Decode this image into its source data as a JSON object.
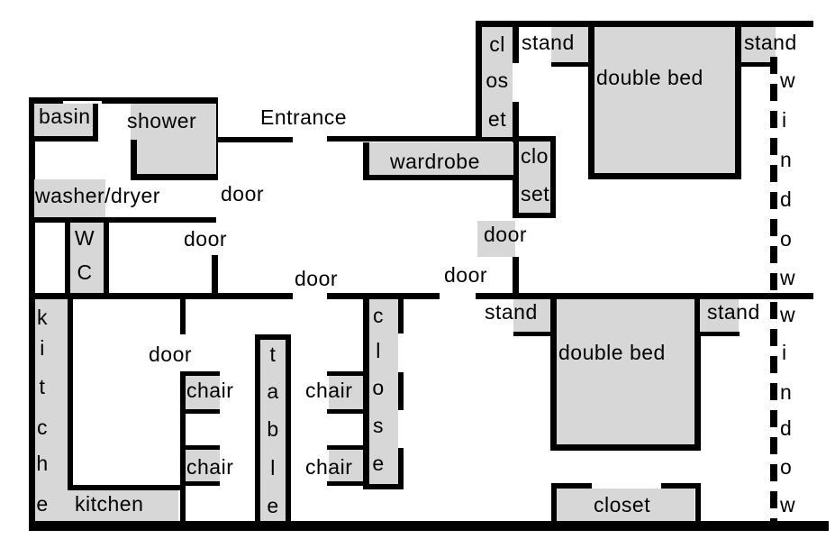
{
  "title": "apartment floor plan",
  "colors": {
    "wall": "#000000",
    "furniture_fill": "#d7d7d7",
    "background": "#ffffff"
  },
  "labels": {
    "entrance": "Entrance",
    "door": "door",
    "basin": "basin",
    "shower": "shower",
    "washer_dryer": "washer/dryer",
    "wc": [
      "W",
      "C"
    ],
    "wardrobe": "wardrobe",
    "hall_closet_upper": [
      "cl",
      "os",
      "et"
    ],
    "hall_closet_lower": [
      "clo",
      "set"
    ],
    "stand": "stand",
    "double_bed": "double bed",
    "window": [
      "w",
      "i",
      "n",
      "d",
      "o",
      "w"
    ],
    "kitchen_counter": [
      "k",
      "i",
      "t",
      "c",
      "h",
      "e"
    ],
    "kitchen": "kitchen",
    "chair": "chair",
    "table": [
      "t",
      "a",
      "b",
      "l",
      "e"
    ],
    "living_closet": [
      "c",
      "l",
      "o",
      "s",
      "e"
    ],
    "bedroom_closet": "closet"
  }
}
